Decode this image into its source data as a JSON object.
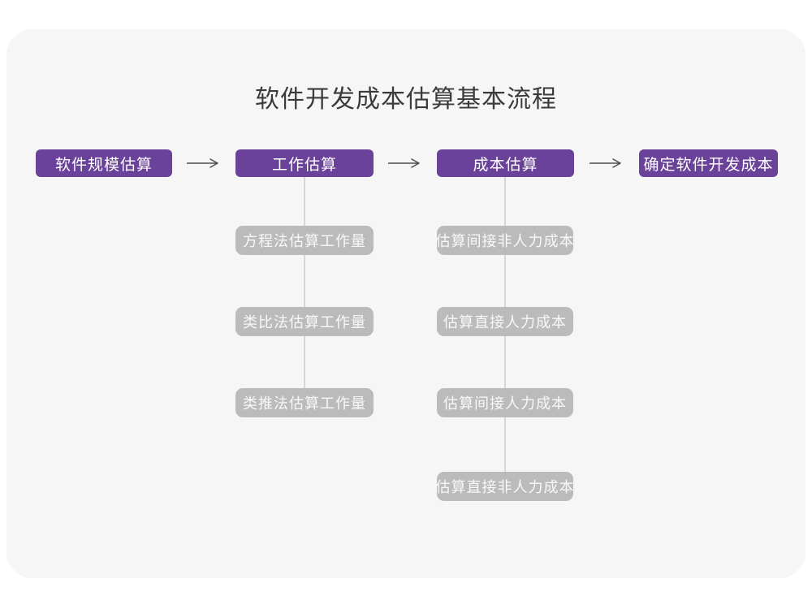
{
  "diagram": {
    "title": "软件开发成本估算基本流程",
    "colors": {
      "card_bg": "#f6f6f6",
      "main_node": "#6b4299",
      "sub_node": "#bbbbbb",
      "connector": "#d6d6d6",
      "arrow": "#4d4d4d",
      "title_text": "#3b3b3b"
    },
    "main_flow": [
      {
        "label": "软件规模估算"
      },
      {
        "label": "工作估算"
      },
      {
        "label": "成本估算"
      },
      {
        "label": "确定软件开发成本"
      }
    ],
    "work_estimation_methods": [
      {
        "label": "方程法估算工作量"
      },
      {
        "label": "类比法估算工作量"
      },
      {
        "label": "类推法估算工作量"
      }
    ],
    "cost_estimation_steps": [
      {
        "label": "估算间接非人力成本"
      },
      {
        "label": "估算直接人力成本"
      },
      {
        "label": "估算间接人力成本"
      },
      {
        "label": "估算直接非人力成本"
      }
    ],
    "icons": {
      "arrow_right": "right-arrow-icon"
    }
  }
}
